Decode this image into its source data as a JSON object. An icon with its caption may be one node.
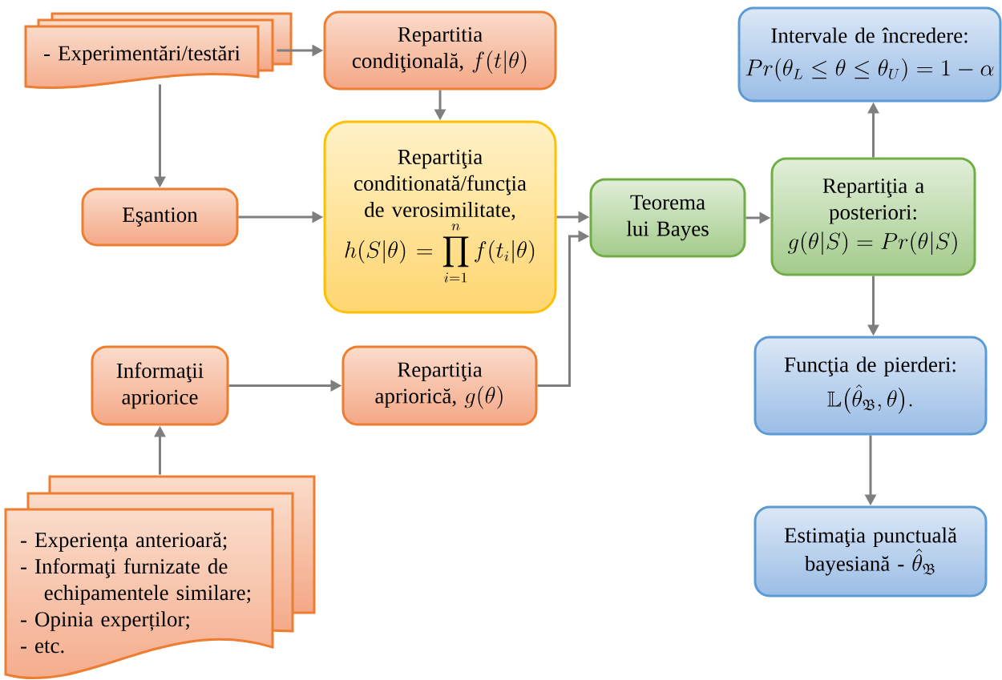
{
  "diagram": {
    "nodes": [
      {
        "text": [
          "- Experimentări/testări"
        ]
      },
      {
        "text": [
          "Repartitia condiţională,",
          "f(t|\\theta)"
        ]
      },
      {
        "text": [
          "Repartiţia conditionată/funcţia de verosimilitate,",
          "h(S|\\theta)=\\prod_{i=1}^{n} f(t_i|\\theta)"
        ]
      },
      {
        "text": [
          "Eşantion"
        ]
      },
      {
        "text": [
          "Teorema lui Bayes"
        ]
      },
      {
        "text": [
          "Repartiţia a posteriori:",
          "g(\\theta|S)=Pr(\\theta|S)"
        ]
      },
      {
        "text": [
          "Intervale de încredere:",
          "Pr(\\theta_L\\le\\theta\\le\\theta_U)=1-\\alpha"
        ]
      },
      {
        "text": [
          "Informaţii apriorice"
        ]
      },
      {
        "text": [
          "Repartiţia apriorică,",
          "g(\\theta)"
        ]
      },
      {
        "text": [
          "Funcţia de pierderi:",
          "\\mathbb{L}\\big(\\hat{\\theta}_{\\mathfrak{B}},\\theta\\big)."
        ]
      },
      {
        "text": [
          "- Experiența anterioară;",
          "- Informaţi furnizate de echipamentele similare;",
          "- Opinia experților;",
          "- etc."
        ]
      },
      {
        "text": [
          "Estimaţia punctuală bayesiană -",
          "\\hat{\\theta}_{\\mathfrak{B}}"
        ]
      }
    ],
    "edges": [
      {
        "from": 0,
        "to": 1,
        "arrow": "to"
      },
      {
        "from": 0,
        "to": 3,
        "arrow": "to"
      },
      {
        "from": 1,
        "to": 2,
        "arrow": "to"
      },
      {
        "from": 3,
        "to": 2,
        "arrow": "to"
      },
      {
        "from": 2,
        "to": 4,
        "arrow": "to"
      },
      {
        "from": 8,
        "to": 4,
        "arrow": "to"
      },
      {
        "from": 7,
        "to": 8,
        "arrow": "to"
      },
      {
        "from": 10,
        "to": 7,
        "arrow": "to"
      },
      {
        "from": 4,
        "to": 5,
        "arrow": "to"
      },
      {
        "from": 5,
        "to": 6,
        "arrow": "to"
      },
      {
        "from": 5,
        "to": 9,
        "arrow": "to"
      },
      {
        "from": 9,
        "to": 11,
        "arrow": "to"
      }
    ]
  }
}
